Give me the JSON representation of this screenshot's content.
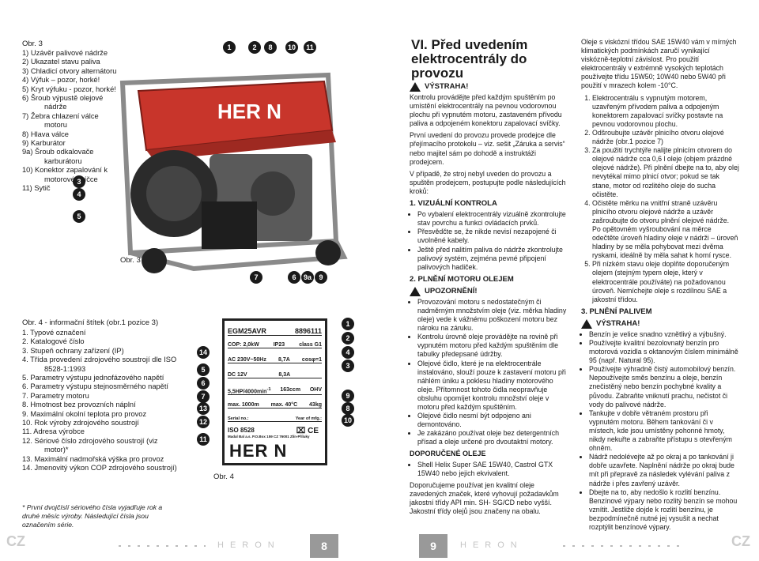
{
  "fig3": {
    "title": "Obr. 3",
    "items": [
      "1)  Uzávěr palivové nádrže",
      "2)  Ukazatel stavu paliva",
      "3)  Chladicí otvory alternátoru",
      "4)  Výfuk – pozor, horké!",
      "5)  Kryt výfuku - pozor, horké!",
      "6)  Šroub výpustě olejové nádrže",
      "7)  Žebra chlazení válce motoru",
      "8)  Hlava válce",
      "9)  Karburátor",
      "9a) Šroub odkalovače karburátoru",
      "10) Konektor zapalování k motorové svíčce",
      "11) Sytič"
    ],
    "caption": "Obr. 3",
    "callouts_top": [
      "1",
      "2",
      "8",
      "10",
      "11"
    ],
    "callouts_left": [
      "3",
      "4",
      "5"
    ],
    "callouts_bottom": [
      "7",
      "6",
      "9a",
      "9"
    ],
    "brand_on_machine": "HER   N"
  },
  "fig4": {
    "title": "Obr. 4 - informační štítek (obr.1 pozice 3)",
    "items": [
      "1.  Typové označení",
      "2.  Katalogové číslo",
      "3.  Stupeň ochrany zařízení (IP)",
      "4.  Třída provedení zdrojového soustrojí dle ISO 8528-1:1993",
      "5.  Parametry výstupu jednofázového napětí",
      "6.  Parametry výstupu stejnosměrného napětí",
      "7.  Parametry motoru",
      "8.  Hmotnost bez provozních náplní",
      "9.  Maximální okolní teplota pro provoz",
      "10. Rok výroby zdrojového soustrojí",
      "11. Adresa výrobce",
      "12. Sériové číslo zdrojového soustrojí (viz motor)*",
      "13. Maximální nadmořská výška pro provoz",
      "14. Jmenovitý výkon COP zdrojového soustrojí)"
    ],
    "caption": "Obr. 4",
    "plate": {
      "model": "EGM25AVR",
      "catalog": "8896111",
      "cop": "COP: 2,0kW",
      "ip": "IP23",
      "class": "class G1",
      "ac": "AC 230V~50Hz",
      "ac_a": "8,7A",
      "cos": "cosφ=1",
      "dc": "DC 12V",
      "dc_a": "8,3A",
      "engine": "5,5HP/4000min",
      "engine_sup": "-1",
      "cc": "163ccm",
      "ohv": "OHV",
      "alt": "max. 1000m",
      "temp": "max. 40°C",
      "weight": "43kg",
      "serial": "Serial no.:",
      "year": "Year of mfg.:",
      "iso": "ISO 8528",
      "maker": "Madal Bal a.s. P.O.Box 159 CZ 76001 Zlín-Příluky",
      "brand": "HER   N"
    },
    "callouts_left": [
      "14",
      "5",
      "6",
      "7",
      "13",
      "12",
      "11"
    ],
    "callouts_right": [
      "1",
      "2",
      "4",
      "3",
      "9",
      "8",
      "10"
    ]
  },
  "footnote": "*   První dvojčíslí sériového čísla vyjadřuje rok a druhé měsíc výroby. Následující čísla jsou označením série.",
  "footer": {
    "left_lang": "CZ",
    "right_lang": "CZ",
    "brand": "HERON",
    "page_left": "8",
    "page_right": "9"
  },
  "section6": {
    "title": "VI. Před uvedením elektrocentrály do provozu",
    "warning1": "VÝSTRAHA!",
    "p1": "Kontrolu provádějte před každým spuštěním po umístění elektrocentrály na pevnou vodorovnou plochu při vypnutém motoru, zastaveném přívodu paliva a odpojeném konektoru zapalovací svíčky.",
    "p2": "První uvedení do provozu provede prodejce dle přejímacího protokolu – viz. sešit „Záruka a servis“ nebo majitel sám po dohodě a instruktáži prodejcem.",
    "p3": "V případě, že stroj nebyl uveden do provozu a spuštěn prodejcem, postupujte podle následujících kroků:",
    "h1": "1. VIZUÁLNÍ KONTROLA",
    "visual": [
      "Po vybalení elektrocentrály vizuálně zkontrolujte stav povrchu a funkci ovládacích prvků.",
      "Přesvědčte se, že nikde nevisí nezapojené či uvolněné kabely.",
      "Ještě před nalitím paliva do nádrže zkontrolujte palivový systém, zejména pevné připojení palivových hadiček."
    ],
    "h2": "2. PLNĚNÍ MOTORU OLEJEM",
    "warning2": "UPOZORNĚNÍ!",
    "oil": [
      "Provozování motoru s nedostatečným či nadměrným množstvím oleje (viz. měrka hladiny oleje) vede k vážnému poškození motoru bez nároku na záruku.",
      "Kontrolu úrovně oleje provádějte na rovině při vypnutém motoru před každým spuštěním dle tabulky předepsané údržby.",
      "Olejové čidlo, které je na elektrocentrále instalováno, slouží pouze k zastavení motoru při náhlém úniku a poklesu hladiny motorového oleje. Přítomnost tohoto čidla neopravňuje obsluhu opomíjet kontrolu množství oleje v motoru před každým spuštěním.",
      "Olejové čidlo nesmí být odpojeno ani demontováno.",
      "Je zakázáno používat oleje bez detergentních přísad a oleje určené pro dvoutaktní motory."
    ],
    "h3": "DOPORUČENÉ OLEJE",
    "oils": [
      "Shell Helix Super SAE 15W40, Castrol GTX 15W40 nebo jejich ekvivalent."
    ],
    "p4": "Doporučujeme používat jen kvalitní oleje zavedených značek, které vyhovují požadavkům jakostní třídy API min. SH- SG/CD nebo vyšší. Jakostní třídy olejů jsou značeny na obalu."
  },
  "section6b": {
    "p1": "Oleje s viskózní třídou SAE 15W40 vám v mírných klimatických podmínkách zaručí vynikající viskózně-teplotní závislost. Pro použití elektrocentrály v extrémně vysokých teplotách používejte třídu 15W50; 10W40 nebo 5W40 při použití v mrazech kolem -10°C.",
    "steps": [
      "Elektrocentrálu s vypnutým motorem, uzavřeným přívodem paliva a odpojeným konektorem zapalovací svíčky postavte na pevnou vodorovnou plochu.",
      "Odšroubujte uzávěr plnicího otvoru olejové nádrže (obr.1 pozice 7)",
      "Za použití trychtýře nalijte plnicím otvorem do olejové nádrže cca 0,6 l oleje (objem prázdné olejové nádrže). Při plnění dbejte na to, aby olej nevytékal mimo plnicí otvor; pokud se tak stane, motor od rozlitého oleje do sucha očistěte.",
      "Očistěte měrku na vnitřní straně uzávěru plnicího otvoru olejové nádrže a uzávěr zašroubujte do otvoru plnění olejové nádrže. Po opětovném vyšroubování na měrce odečtěte úroveň hladiny oleje v nádrži – úroveň hladiny by se měla pohybovat mezi dvěma ryskami, ideálně by měla sahat k horní rysce.",
      "Při nízkém stavu oleje doplňte doporučeným olejem (stejným typem oleje, který v elektrocentrále používáte) na požadovanou úroveň. Nemíchejte oleje s rozdílnou SAE a jakostní třídou."
    ],
    "h": "3. PLNĚNÍ PALIVEM",
    "warning": "VÝSTRAHA!",
    "fuel": [
      "Benzín je velice snadno vznětlivý a výbušný.",
      "Používejte kvalitní bezolovnatý benzín pro motorová vozidla s oktanovým číslem minimálně 95 (např. Natural 95).",
      "Používejte výhradně čistý automobilový benzín. Nepoužívejte směs benzínu a oleje, benzín znečistěný nebo benzín pochybné kvality a původu. Zabraňte vniknutí prachu, nečistot či vody do palivové nádrže.",
      "Tankujte v dobře větraném prostoru při vypnutém motoru. Během tankování či v místech, kde jsou umístěny pohonné hmoty, nikdy nekuřte a zabraňte přístupu s otevřeným ohněm.",
      "Nádrž nedolévejte až po okraj a po tankování ji dobře uzavřete. Naplnění nádrže po okraj bude mít při přepravě za následek vylévání paliva z nádrže i přes zavřený uzávěr.",
      "Dbejte na to, aby nedošlo k rozlití benzínu. Benzínové výpary nebo rozlitý benzín se mohou vznítit. Jestliže dojde k rozlití benzínu, je bezpodmínečně nutné jej vysušit a nechat rozptýlit benzínové výpary."
    ]
  },
  "colors": {
    "accent": "#1a1a1a",
    "machine_red": "#c8352b",
    "frame": "#8a8a8a"
  }
}
